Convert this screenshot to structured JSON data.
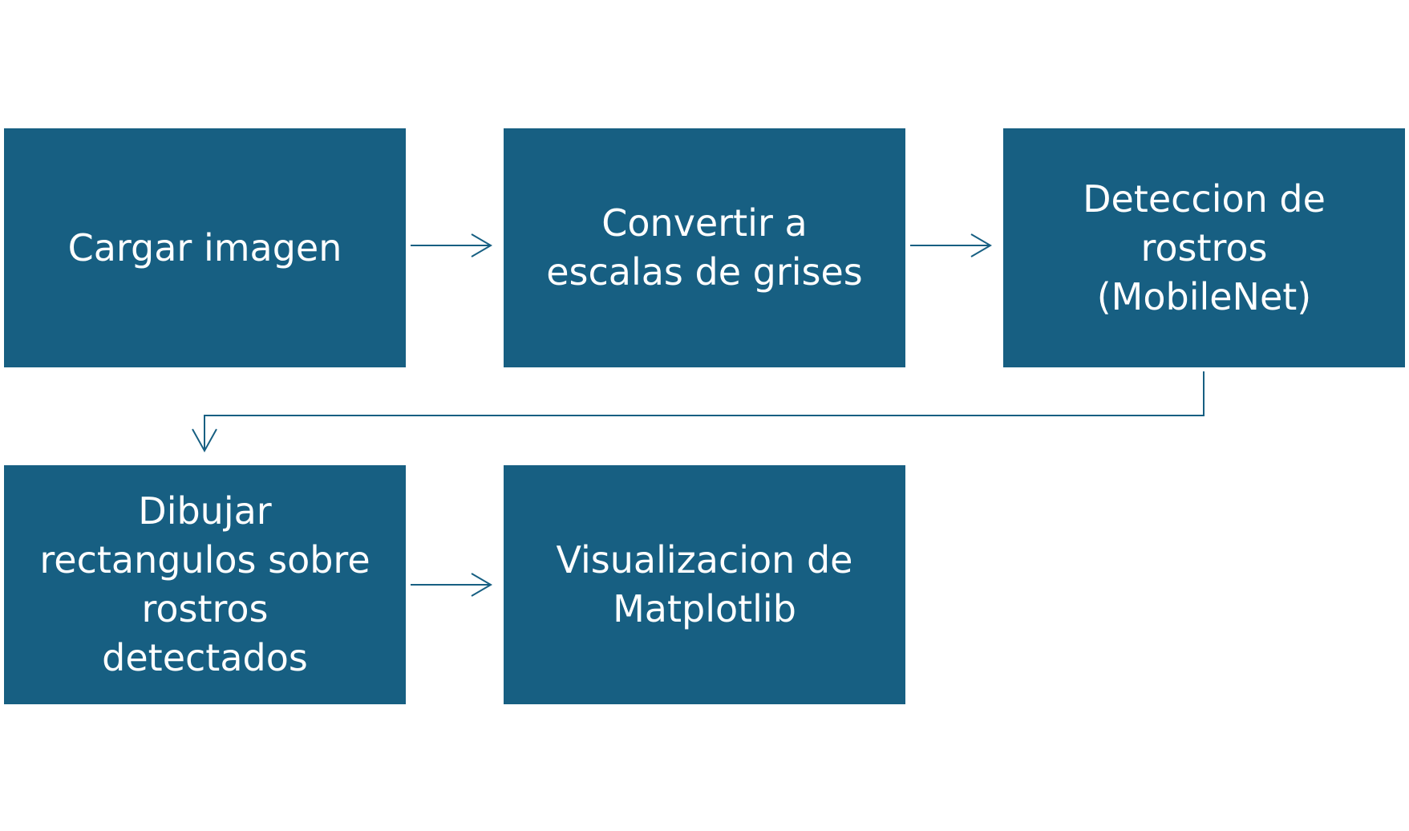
{
  "diagram": {
    "box_color": "#175f82",
    "arrow_color": "#175f82",
    "text_color": "#ffffff",
    "steps": [
      {
        "label": "Cargar imagen"
      },
      {
        "label": "Convertir a\nescalas de grises"
      },
      {
        "label": "Deteccion de\nrostros\n(MobileNet)"
      },
      {
        "label": "Dibujar\nrectangulos sobre\nrostros\ndetectados"
      },
      {
        "label": "Visualizacion de\nMatplotlib"
      }
    ],
    "connections": [
      {
        "from": 1,
        "to": 2
      },
      {
        "from": 2,
        "to": 3
      },
      {
        "from": 3,
        "to": 4
      },
      {
        "from": 4,
        "to": 5
      }
    ]
  }
}
